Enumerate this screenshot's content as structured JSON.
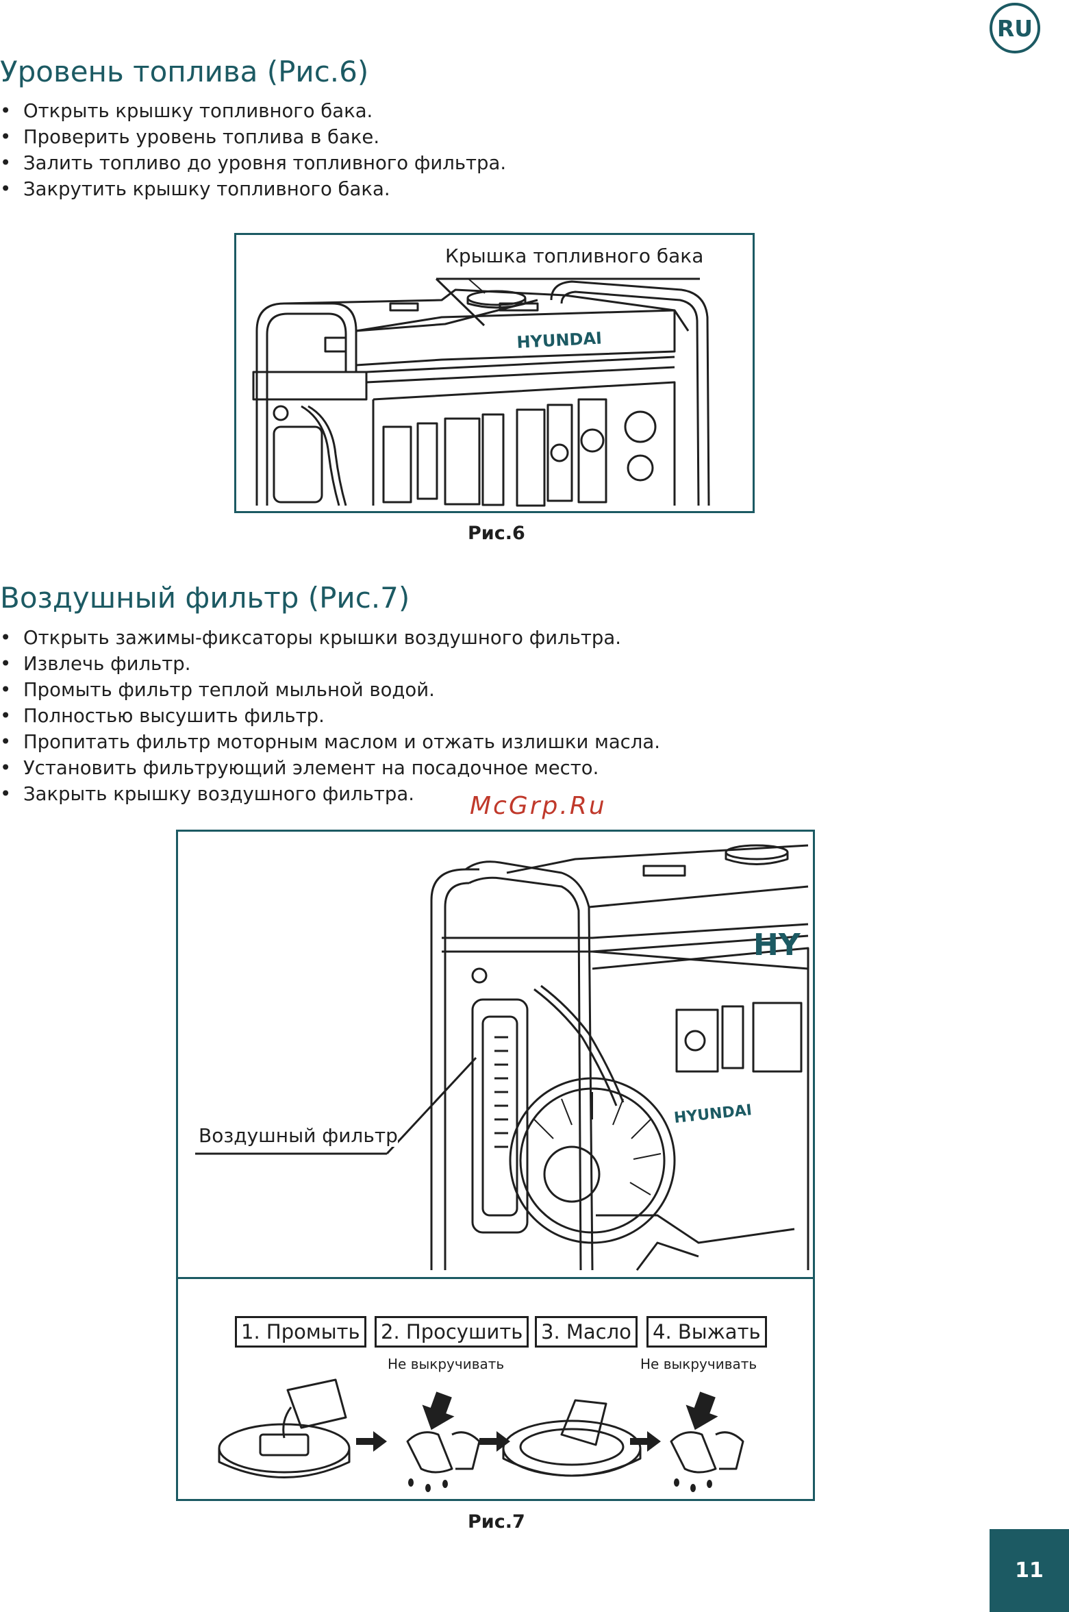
{
  "language_badge": "RU",
  "section1": {
    "title": "Уровень топлива (Рис.6)",
    "bullets": [
      "Открыть крышку топливного бака.",
      "Проверить уровень топлива в баке.",
      "Залить топливо до уровня топливного фильтра.",
      "Закрутить крышку топливного бака."
    ],
    "figure": {
      "callout": "Крышка топливного бака",
      "brand_logo": "HYUNDAI",
      "caption": "Рис.6"
    }
  },
  "section2": {
    "title": "Воздушный фильтр (Рис.7)",
    "bullets": [
      "Открыть зажимы-фиксаторы крышки воздушного фильтра.",
      "Извлечь фильтр.",
      "Промыть фильтр теплой мыльной водой.",
      "Полностью высушить фильтр.",
      "Пропитать фильтр моторным маслом и отжать излишки масла.",
      "Установить фильтрующий элемент на посадочное место.",
      "Закрыть крышку воздушного фильтра."
    ],
    "figure": {
      "callout": "Воздушный фильтр",
      "brand_logo_top": "HY",
      "brand_logo_panel": "HYUNDAI",
      "steps": [
        {
          "label": "1. Промыть",
          "note": ""
        },
        {
          "label": "2. Просушить",
          "note": "Не выкручивать"
        },
        {
          "label": "3. Масло",
          "note": ""
        },
        {
          "label": "4. Выжать",
          "note": "Не выкручивать"
        }
      ],
      "caption": "Рис.7"
    }
  },
  "watermark": "McGrp.Ru",
  "page_number": "11"
}
